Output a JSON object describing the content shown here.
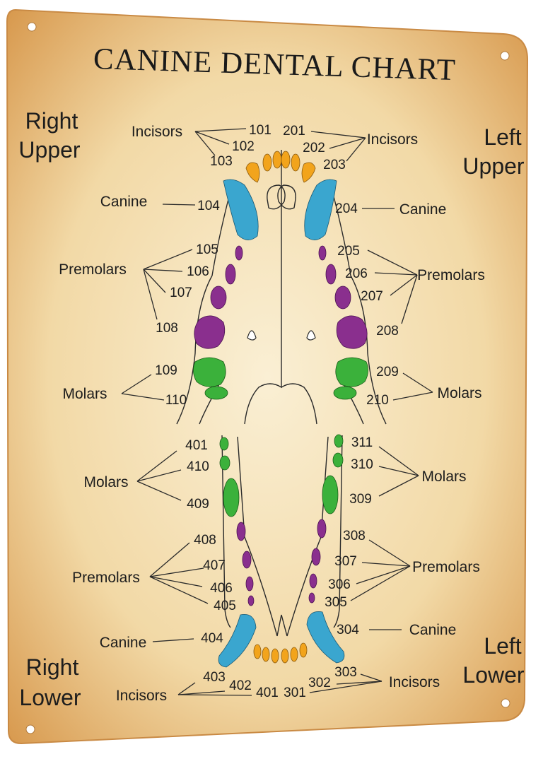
{
  "title": "CANINE DENTAL CHART",
  "quadrants": {
    "right_upper": [
      "Right",
      "Upper"
    ],
    "left_upper": [
      "Left",
      "Upper"
    ],
    "right_lower": [
      "Right",
      "Lower"
    ],
    "left_lower": [
      "Left",
      "Lower"
    ]
  },
  "groups": {
    "incisors": "Incisors",
    "canine": "Canine",
    "premolars": "Premolars",
    "molars": "Molars"
  },
  "teeth": {
    "right_upper": {
      "incisors": [
        "101",
        "102",
        "103"
      ],
      "canine": [
        "104"
      ],
      "premolars": [
        "105",
        "106",
        "107",
        "108"
      ],
      "molars": [
        "109",
        "110"
      ]
    },
    "left_upper": {
      "incisors": [
        "201",
        "202",
        "203"
      ],
      "canine": [
        "204"
      ],
      "premolars": [
        "205",
        "206",
        "207",
        "208"
      ],
      "molars": [
        "209",
        "210"
      ]
    },
    "right_lower": {
      "incisors": [
        "401",
        "402",
        "403"
      ],
      "canine": [
        "404"
      ],
      "premolars": [
        "405",
        "406",
        "407",
        "408"
      ],
      "molars": [
        "409",
        "410",
        "401"
      ]
    },
    "left_lower": {
      "incisors": [
        "301",
        "302",
        "303"
      ],
      "canine": [
        "304"
      ],
      "premolars": [
        "305",
        "306",
        "307",
        "308"
      ],
      "molars": [
        "309",
        "310",
        "311"
      ]
    }
  },
  "colors": {
    "incisors": "#f2a41c",
    "canine": "#3aa6cf",
    "premolars": "#8a2f8e",
    "molars": "#3bb13b",
    "background": "#f3ddb0"
  }
}
